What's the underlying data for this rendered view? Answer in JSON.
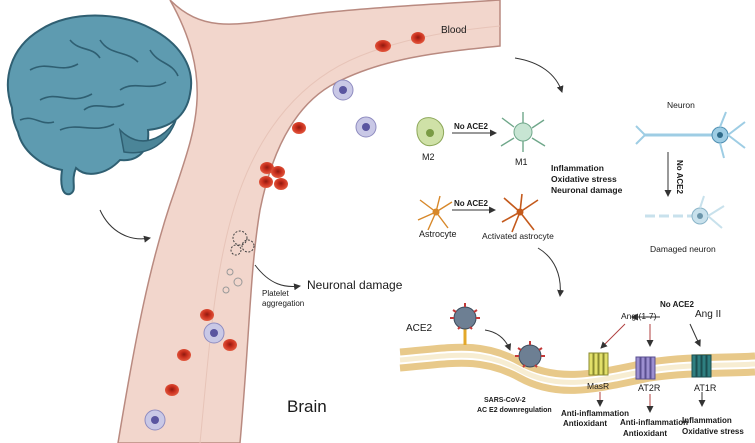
{
  "labels": {
    "blood": "Blood",
    "brain": "Brain",
    "platelet_aggregation": "Platelet\naggregation",
    "neuronal_damage": "Neuronal damage",
    "m2": "M2",
    "m1": "M1",
    "no_ace2_microglia": "No ACE2",
    "inflammation_list": [
      "Inflammation",
      "Oxidative stress",
      "Neuronal damage"
    ],
    "astrocyte": "Astrocyte",
    "no_ace2_astrocyte": "No ACE2",
    "activated_astrocyte": "Activated astrocyte",
    "neuron": "Neuron",
    "no_ace2_neuron": "No ACE2",
    "damaged_neuron": "Damaged neuron",
    "ace2": "ACE2",
    "sars_cov2": "SARS-CoV-2",
    "ace2_downregulation": "AC E2 downregulation",
    "no_ace2_receptor": "No ACE2",
    "ang17": "Ang (1-7)",
    "ang2": "Ang II",
    "masr": "MasR",
    "at2r": "AT2R",
    "at1r": "AT1R",
    "masr_effects": [
      "Anti-inflammation",
      "Antioxidant"
    ],
    "at2r_effects": [
      "Anti-inflammation",
      "Antioxidant"
    ],
    "at1r_effects": [
      "Inflammation",
      "Oxidative stress"
    ]
  },
  "colors": {
    "brain": "#5e9bb0",
    "brain_dark": "#2f5f72",
    "vessel": "#f2d6cc",
    "vessel_edge": "#b98a80",
    "rbc": "#d03a26",
    "membrane": "#e8c98a",
    "masr": "#e2e06a",
    "at2r": "#9c8fd0",
    "at1r": "#2e7f80"
  }
}
